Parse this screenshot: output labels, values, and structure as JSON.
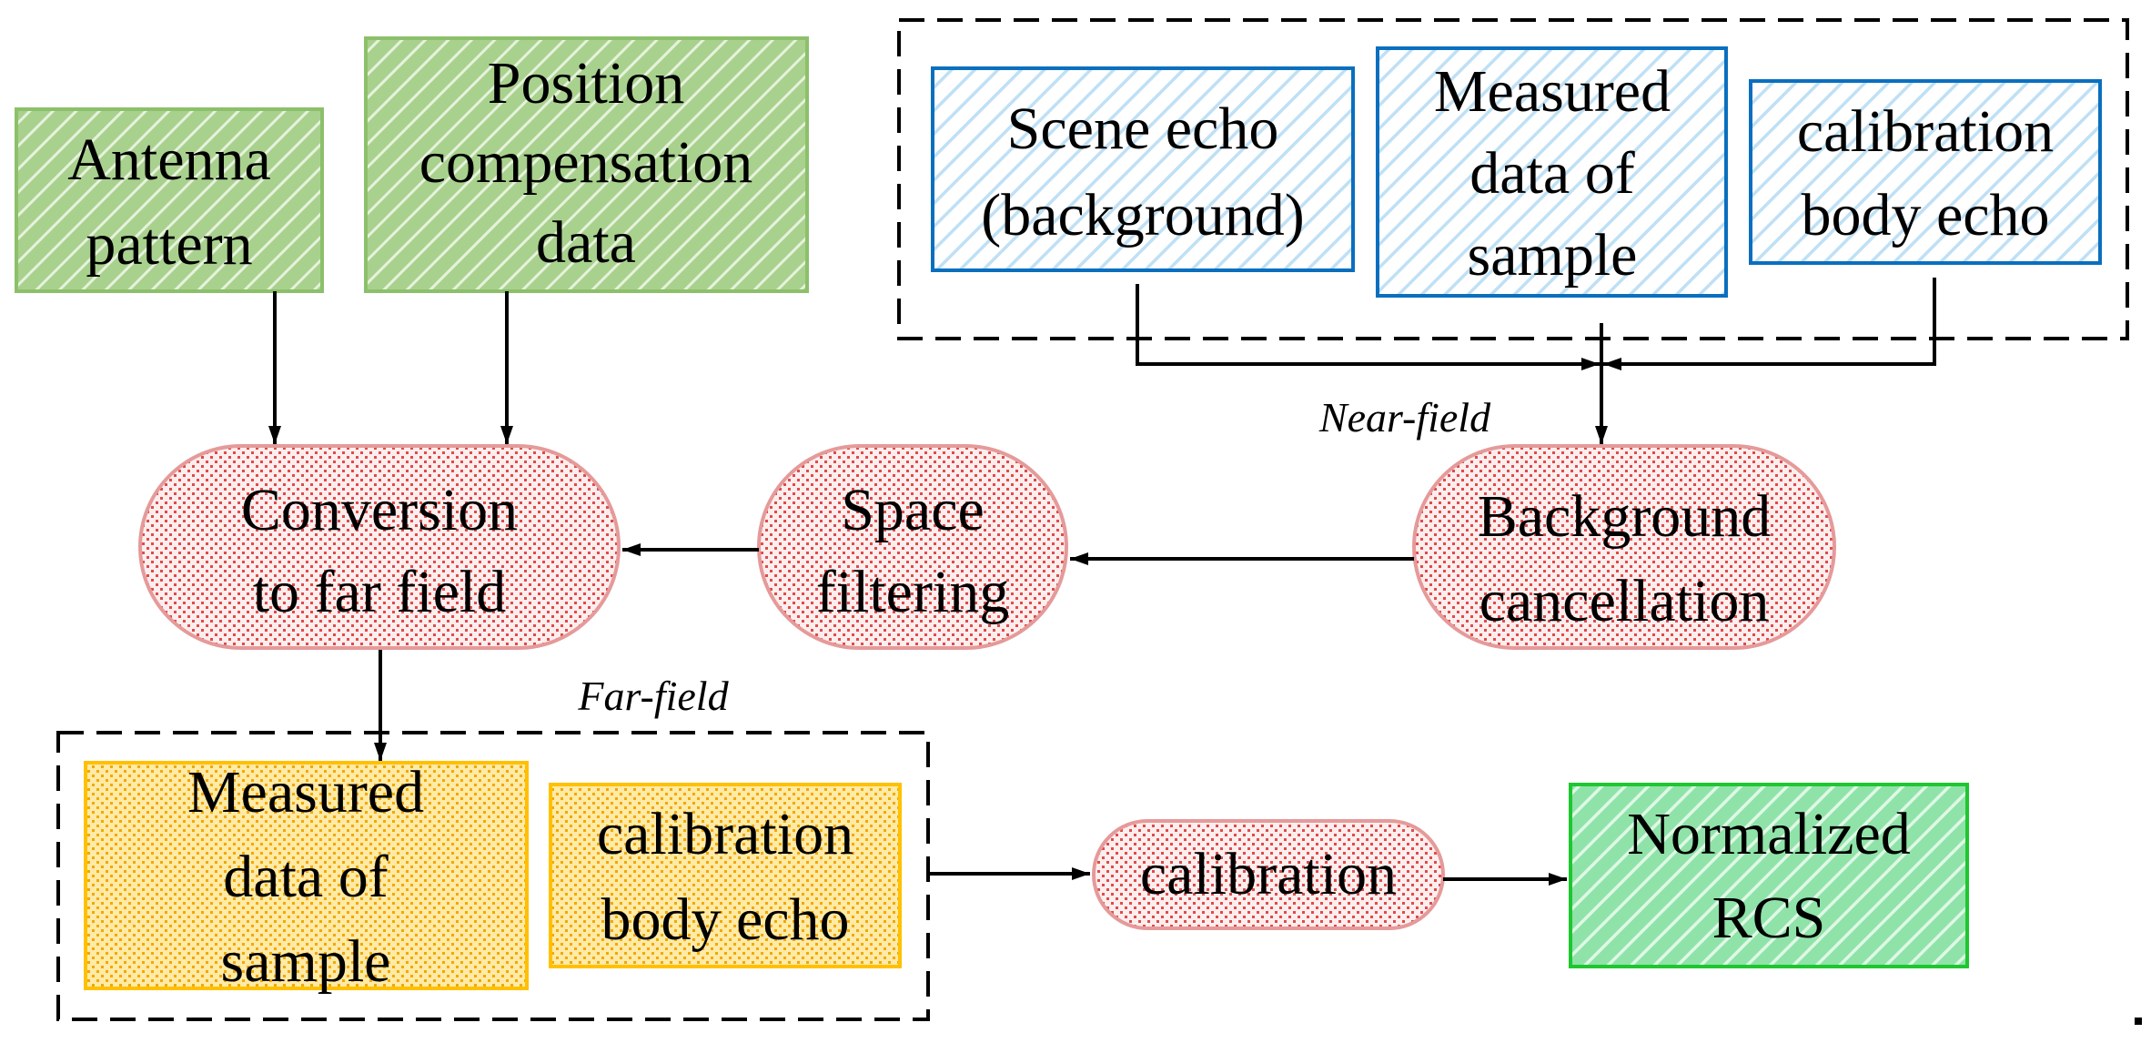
{
  "nodes": {
    "antenna_pattern": {
      "lines": [
        "Antenna",
        "pattern"
      ]
    },
    "position_compensation": {
      "lines": [
        "Position",
        "compensation",
        "data"
      ]
    },
    "scene_echo": {
      "lines": [
        "Scene echo",
        "(background)"
      ]
    },
    "measured_sample_near": {
      "lines": [
        "Measured",
        "data of",
        "sample"
      ]
    },
    "calibration_echo_near": {
      "lines": [
        "calibration",
        "body echo"
      ]
    },
    "conversion_far_field": {
      "lines": [
        "Conversion",
        "to far field"
      ]
    },
    "space_filtering": {
      "lines": [
        "Space",
        "filtering"
      ]
    },
    "background_cancellation": {
      "lines": [
        "Background",
        "cancellation"
      ]
    },
    "measured_sample_far": {
      "lines": [
        "Measured",
        "data of",
        "sample"
      ]
    },
    "calibration_echo_far": {
      "lines": [
        "calibration",
        "body echo"
      ]
    },
    "calibration": {
      "lines": [
        "calibration"
      ]
    },
    "normalized_rcs": {
      "lines": [
        "Normalized",
        "RCS"
      ]
    }
  },
  "group_labels": {
    "near_field": "Near-field",
    "far_field": "Far-field"
  },
  "colors": {
    "green_fill": "#a9d18e",
    "green_stroke": "#70ad47",
    "green_hatch": "#d9ecc9",
    "blue_fill": "#dcefff",
    "blue_stroke": "#0070c0",
    "red_fill": "#fbe5e5",
    "red_stroke": "#e59494",
    "red_dot": "#e04a4a",
    "orange_fill": "#ffe699",
    "orange_stroke": "#ffc000",
    "orange_dot": "#f0a400",
    "bright_green_fill": "#b6f3c6",
    "bright_green_stroke": "#1ec730",
    "arrow": "#000000"
  }
}
